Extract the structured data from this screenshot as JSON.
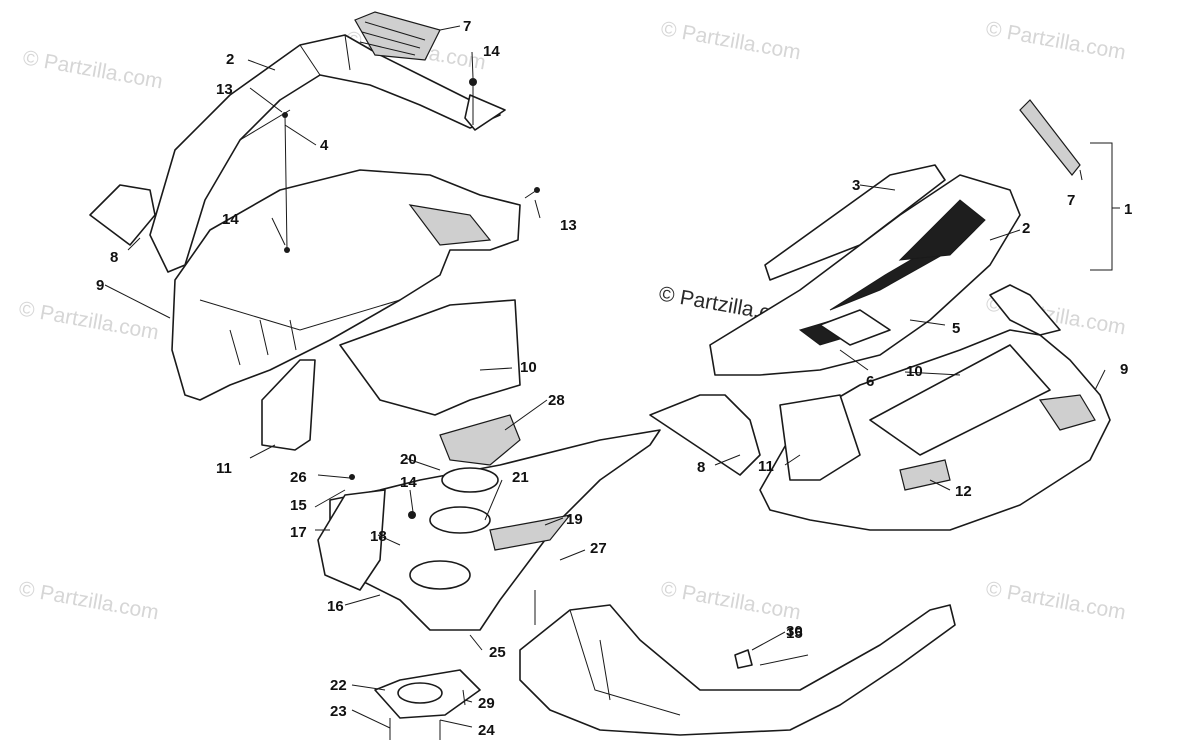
{
  "watermarks": {
    "text": "© Partzilla.com",
    "main_text": "© Partzilla.com"
  },
  "callouts": [
    {
      "id": "c1",
      "label": "1"
    },
    {
      "id": "c2a",
      "label": "2"
    },
    {
      "id": "c2b",
      "label": "2"
    },
    {
      "id": "c3",
      "label": "3"
    },
    {
      "id": "c4",
      "label": "4"
    },
    {
      "id": "c5",
      "label": "5"
    },
    {
      "id": "c6",
      "label": "6"
    },
    {
      "id": "c7a",
      "label": "7"
    },
    {
      "id": "c7b",
      "label": "7"
    },
    {
      "id": "c8a",
      "label": "8"
    },
    {
      "id": "c8b",
      "label": "8"
    },
    {
      "id": "c9a",
      "label": "9"
    },
    {
      "id": "c9b",
      "label": "9"
    },
    {
      "id": "c10a",
      "label": "10"
    },
    {
      "id": "c10b",
      "label": "10"
    },
    {
      "id": "c11a",
      "label": "11"
    },
    {
      "id": "c11b",
      "label": "11"
    },
    {
      "id": "c12",
      "label": "12"
    },
    {
      "id": "c13a",
      "label": "13"
    },
    {
      "id": "c13b",
      "label": "13"
    },
    {
      "id": "c14a",
      "label": "14"
    },
    {
      "id": "c14b",
      "label": "14"
    },
    {
      "id": "c14c",
      "label": "14"
    },
    {
      "id": "c15a",
      "label": "15"
    },
    {
      "id": "c15b",
      "label": "15"
    },
    {
      "id": "c16",
      "label": "16"
    },
    {
      "id": "c17",
      "label": "17"
    },
    {
      "id": "c18",
      "label": "18"
    },
    {
      "id": "c19",
      "label": "19"
    },
    {
      "id": "c20",
      "label": "20"
    },
    {
      "id": "c21",
      "label": "21"
    },
    {
      "id": "c22",
      "label": "22"
    },
    {
      "id": "c23",
      "label": "23"
    },
    {
      "id": "c24",
      "label": "24"
    },
    {
      "id": "c25",
      "label": "25"
    },
    {
      "id": "c26",
      "label": "26"
    },
    {
      "id": "c27",
      "label": "27"
    },
    {
      "id": "c28",
      "label": "28"
    },
    {
      "id": "c29",
      "label": "29"
    },
    {
      "id": "c30",
      "label": "30"
    }
  ]
}
